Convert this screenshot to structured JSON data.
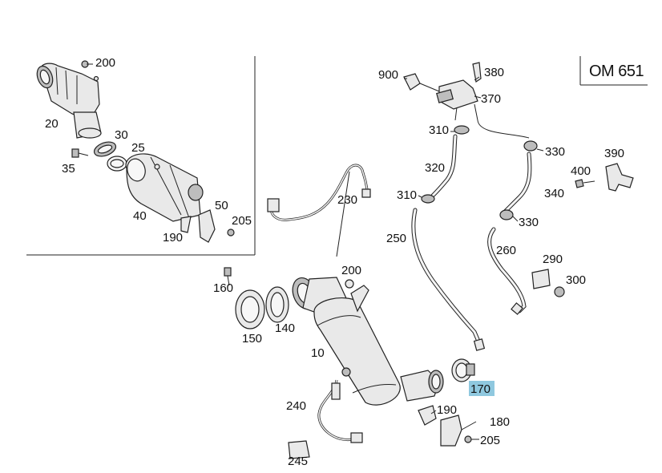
{
  "engine_code": "OM 651",
  "highlight_color": "#8fc8df",
  "callouts": {
    "c200_top": "200",
    "c20": "20",
    "c30": "30",
    "c25": "25",
    "c35": "35",
    "c40": "40",
    "c50": "50",
    "c205_top": "205",
    "c190_top": "190",
    "c900": "900",
    "c380": "380",
    "c370": "370",
    "c310_top": "310",
    "c330_top": "330",
    "c390": "390",
    "c400": "400",
    "c320": "320",
    "c340": "340",
    "c310_mid": "310",
    "c330_mid": "330",
    "c230": "230",
    "c250": "250",
    "c260": "260",
    "c290": "290",
    "c300": "300",
    "c200_mid": "200",
    "c160": "160",
    "c140": "140",
    "c150": "150",
    "c10": "10",
    "c170": "170",
    "c240": "240",
    "c190_bot": "190",
    "c180": "180",
    "c205_bot": "205",
    "c245": "245"
  }
}
